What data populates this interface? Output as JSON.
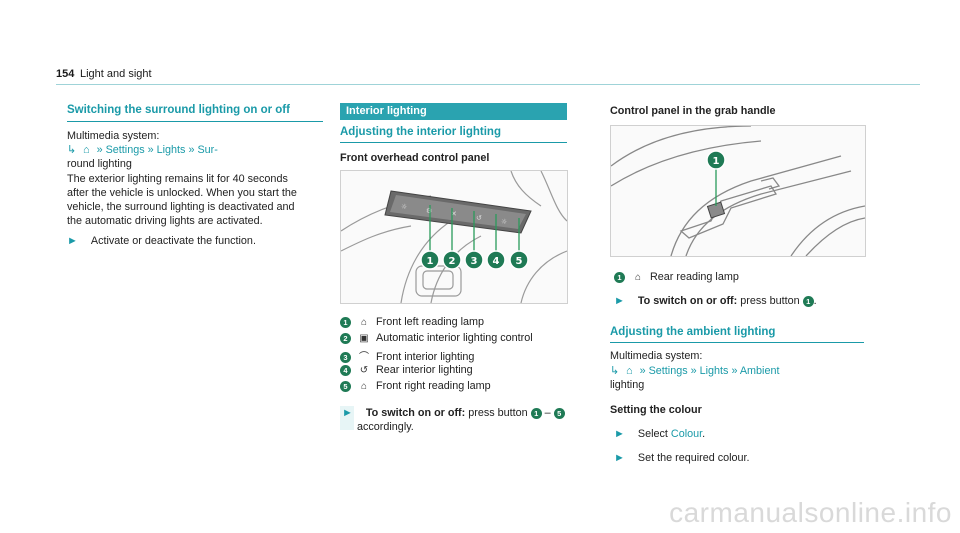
{
  "header": {
    "page_number": "154",
    "section": "Light and sight"
  },
  "col1": {
    "title": "Switching the surround lighting on or off",
    "ms_label": "Multimedia system:",
    "path": [
      "Settings",
      "Lights",
      "Sur-"
    ],
    "path_cont": "round lighting",
    "body": [
      "The exterior lighting remains lit for 40 seconds",
      "after the vehicle is unlocked. When you start the",
      "vehicle, the surround lighting is deactivated and",
      "the automatic driving lights are activated."
    ],
    "action": "Activate or deactivate the function."
  },
  "col2": {
    "banner": "Interior lighting",
    "title": "Adjusting the interior lighting",
    "subtitle": "Front overhead control panel",
    "legend": [
      {
        "n": "1",
        "text": "Front left reading lamp"
      },
      {
        "n": "2",
        "text": "Automatic interior lighting control"
      },
      {
        "n": "3",
        "text": "Front interior lighting"
      },
      {
        "n": "4",
        "text": "Rear interior lighting"
      },
      {
        "n": "5",
        "text": "Front right reading lamp"
      }
    ],
    "action_bold": "To switch on or off:",
    "action_text": "press button",
    "action_dash": "–",
    "action_cont": "accordingly."
  },
  "col3": {
    "subtitle": "Control panel in the grab handle",
    "legend": {
      "n": "1",
      "text": "Rear reading lamp"
    },
    "action_bold": "To switch on or off:",
    "action_text": "press button",
    "title2": "Adjusting the ambient lighting",
    "ms_label": "Multimedia system:",
    "path": [
      "Settings",
      "Lights",
      "Ambient"
    ],
    "path_cont": "lighting",
    "setting_title": "Setting the colour",
    "select_pre": "Select",
    "select_value": "Colour",
    "set_text": "Set the required colour."
  },
  "colors": {
    "accent": "#1a9aa8",
    "badge": "#1f7a55"
  },
  "watermark": "carmanualsonline.info"
}
